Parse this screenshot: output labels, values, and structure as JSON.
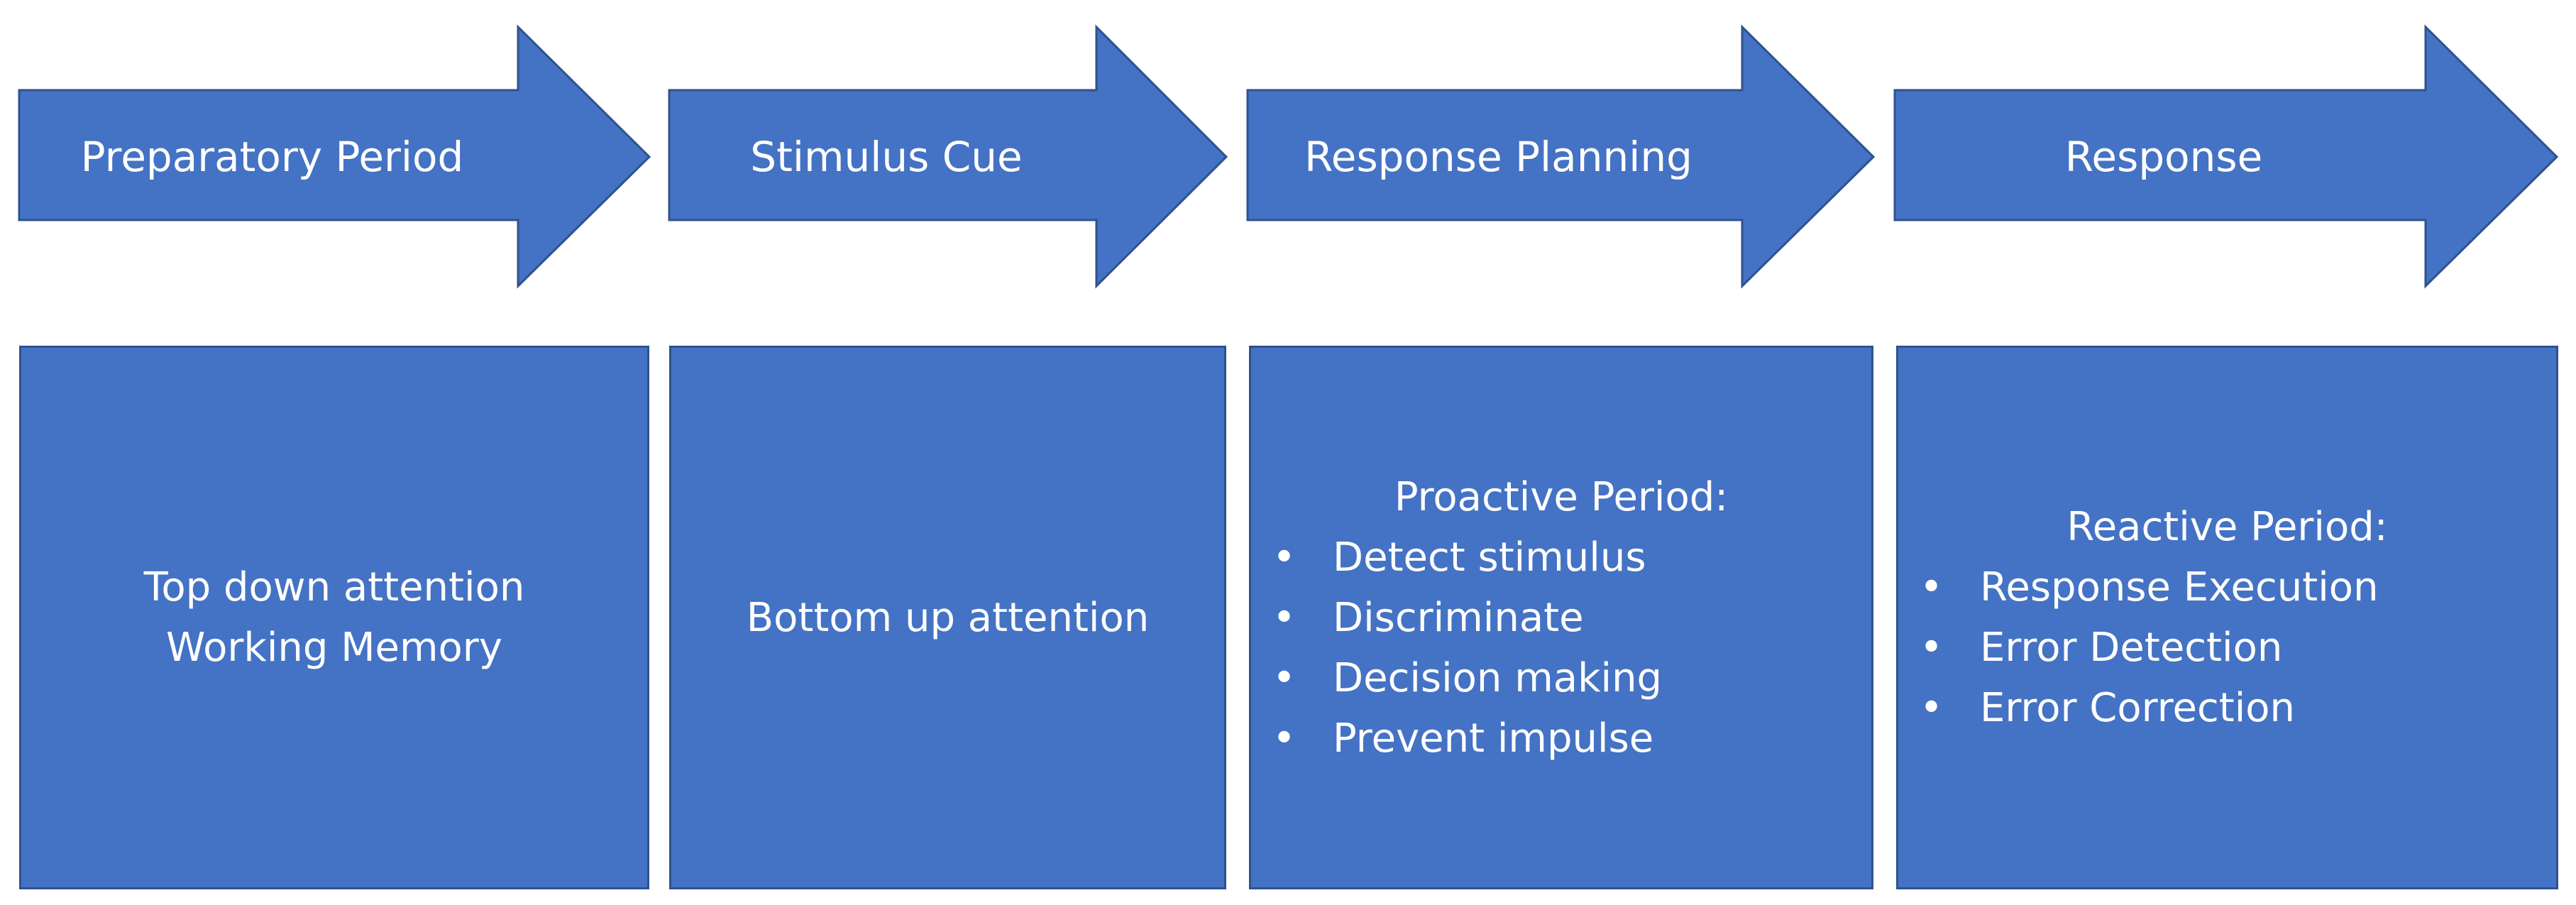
{
  "diagram": {
    "colors": {
      "fill": "#4472C4",
      "border": "#2F528F",
      "text": "#FFFFFF"
    },
    "stages": [
      {
        "label": "Preparatory Period",
        "box": {
          "lines": [
            "Top down attention",
            "Working Memory"
          ]
        }
      },
      {
        "label": "Stimulus Cue",
        "box": {
          "lines": [
            "Bottom up attention"
          ]
        }
      },
      {
        "label": "Response Planning",
        "box": {
          "heading": "Proactive Period:",
          "bullets": [
            "Detect stimulus",
            "Discriminate",
            "Decision making",
            "Prevent impulse"
          ]
        }
      },
      {
        "label": "Response",
        "box": {
          "heading": "Reactive Period:",
          "bullets": [
            "Response Execution",
            "Error Detection",
            "Error Correction"
          ]
        }
      }
    ],
    "bullet_glyph": "•"
  }
}
